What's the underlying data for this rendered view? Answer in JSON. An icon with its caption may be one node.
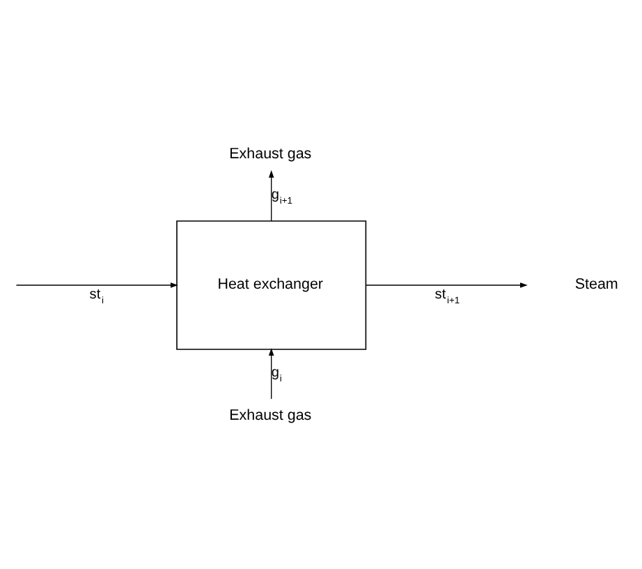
{
  "diagram": {
    "nodes": [
      {
        "text": [
          "Exhaust gas"
        ]
      },
      {
        "text": [
          "Heat exchanger"
        ]
      },
      {
        "text": [
          "Exhaust gas"
        ]
      }
    ],
    "edges": [
      {
        "from": 1,
        "to": 0,
        "arrow": "to",
        "label": "g$_{i+1}$"
      },
      {
        "from": 2,
        "to": 1,
        "arrow": "to",
        "label": "g$_{i}$"
      },
      {
        "from": null,
        "to": 1,
        "arrow": "to",
        "label": "st$_{i}$"
      },
      {
        "from": 1,
        "to": null,
        "arrow": "to",
        "label": "st$_{i+1}$"
      }
    ],
    "labels": [
      "Steam"
    ]
  }
}
